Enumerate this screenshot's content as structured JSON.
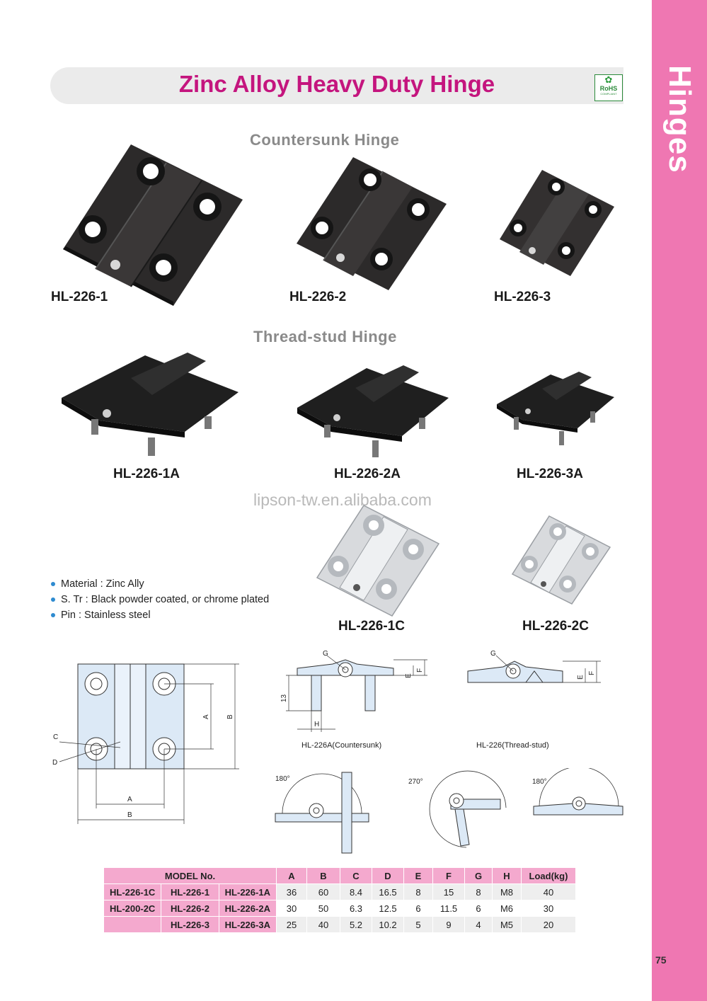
{
  "sidebar": {
    "title": "Hinges",
    "color": "#ef77b2"
  },
  "page_number": "75",
  "header": {
    "title": "Zinc Alloy Heavy Duty Hinge",
    "rohs": "RoHS",
    "rohs_sub": "COMPLIANT"
  },
  "sections": {
    "countersunk": "Countersunk Hinge",
    "thread_stud": "Thread-stud Hinge"
  },
  "models": {
    "cs1": "HL-226-1",
    "cs2": "HL-226-2",
    "cs3": "HL-226-3",
    "ts1": "HL-226-1A",
    "ts2": "HL-226-2A",
    "ts3": "HL-226-3A",
    "ch1": "HL-226-1C",
    "ch2": "HL-226-2C"
  },
  "watermark": "lipson-tw.en.alibaba.com",
  "features": [
    "Material : Zinc Ally",
    "S. Tr : Black powder coated, or chrome plated",
    "Pin : Stainless steel"
  ],
  "drawing": {
    "front_labels": {
      "a": "A",
      "b": "B",
      "c": "C",
      "d": "D"
    },
    "side_labels": {
      "g": "G",
      "e": "E",
      "f": "F",
      "h": "H",
      "thirteen": "13"
    },
    "caption_left": "HL-226A(Countersunk)",
    "caption_right": "HL-226(Thread-stud)",
    "angles": [
      "180°",
      "270°",
      "180°"
    ]
  },
  "table": {
    "headers": [
      "MODEL No.",
      "A",
      "B",
      "C",
      "D",
      "E",
      "F",
      "G",
      "H",
      "Load(kg)"
    ],
    "rows": [
      {
        "m1": "HL-226-1C",
        "m2": "HL-226-1",
        "m3": "HL-226-1A",
        "vals": [
          "36",
          "60",
          "8.4",
          "16.5",
          "8",
          "15",
          "8",
          "M8",
          "40"
        ]
      },
      {
        "m1": "HL-200-2C",
        "m2": "HL-226-2",
        "m3": "HL-226-2A",
        "vals": [
          "30",
          "50",
          "6.3",
          "12.5",
          "6",
          "11.5",
          "6",
          "M6",
          "30"
        ]
      },
      {
        "m1": "",
        "m2": "HL-226-3",
        "m3": "HL-226-3A",
        "vals": [
          "25",
          "40",
          "5.2",
          "10.2",
          "5",
          "9",
          "4",
          "M5",
          "20"
        ]
      }
    ]
  },
  "colors": {
    "title": "#c4157e",
    "table_header": "#f4a9ce",
    "bullet": "#2e8bd0",
    "drawing_fill": "#dce9f6"
  }
}
